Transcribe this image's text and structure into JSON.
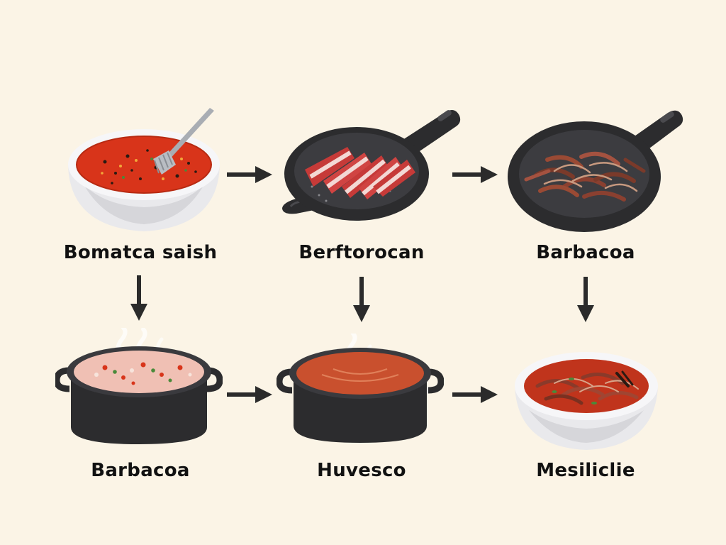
{
  "colors": {
    "background": "#fbf4e6",
    "sauce_red": "#d8341a",
    "cast_iron": "#2c2c2e",
    "bowl_white": "#f1f1f3",
    "meat_red": "#c63a38",
    "fat_pink": "#f3d8d4",
    "arrow": "#2b2b2b"
  },
  "steps": [
    {
      "label": "Bomatca saish",
      "icon": "sauce-bowl-icon"
    },
    {
      "label": "Berftorocan",
      "icon": "skillet-meat-strips-icon"
    },
    {
      "label": "Barbacoa",
      "icon": "skillet-shredded-meat-icon"
    },
    {
      "label": "Barbacoa",
      "icon": "pot-soup-icon"
    },
    {
      "label": "Huvesco",
      "icon": "pot-sauce-icon"
    },
    {
      "label": "Mesiliclie",
      "icon": "bowl-finished-dish-icon"
    }
  ],
  "arrows": [
    {
      "from": 0,
      "to": 1,
      "direction": "right"
    },
    {
      "from": 1,
      "to": 2,
      "direction": "right"
    },
    {
      "from": 0,
      "to": 3,
      "direction": "down"
    },
    {
      "from": 1,
      "to": 4,
      "direction": "down"
    },
    {
      "from": 2,
      "to": 5,
      "direction": "down"
    },
    {
      "from": 3,
      "to": 4,
      "direction": "right"
    },
    {
      "from": 4,
      "to": 5,
      "direction": "right"
    }
  ]
}
